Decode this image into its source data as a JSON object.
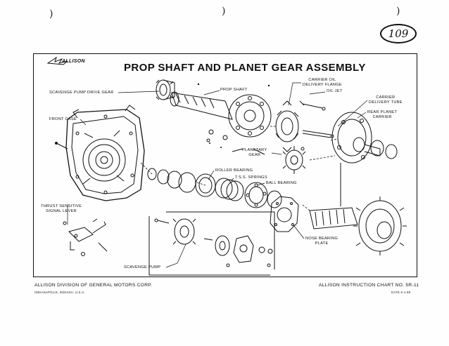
{
  "page_number": "109",
  "header": {
    "logo_text": "ALLISON",
    "title": "PROP SHAFT AND PLANET GEAR ASSEMBLY"
  },
  "callouts": {
    "scavenge_pump_drive_gear": "SCAVENGE PUMP DRIVE GEAR",
    "prop_shaft": "PROP SHAFT",
    "carrier_oil_delivery_flange": "CARRIER OIL\nDELIVERY FLANGE",
    "oil_jet": "OIL JET",
    "carrier_delivery_tube": "CARRIER\nDELIVERY TUBE",
    "rear_planet_carrier": "REAR PLANET\nCARRIER",
    "front_case": "FRONT CASE",
    "planetary_gear": "PLANETARY\nGEAR",
    "roller_bearing": "ROLLER BEARING",
    "tss_springs": "T.S.S. SPRINGS",
    "ball_bearing": "BALL BEARING",
    "thrust_sensitive_signal_lever": "THRUST SENSITIVE\nSIGNAL LEVER",
    "nose_bearing_plate": "NOSE BEARING\nPLATE",
    "scavenge_pump": "SCAVENGE PUMP"
  },
  "footer": {
    "company": "ALLISON DIVISION OF GENERAL MOTORS CORP.",
    "location": "INDIANAPOLIS, INDIANA, U.S.A.",
    "chart_label": "ALLISON INSTRUCTION CHART NO. 5R-11",
    "date": "DATE 6-1-58"
  },
  "colors": {
    "ink": "#111111",
    "paper": "#fefefe"
  }
}
